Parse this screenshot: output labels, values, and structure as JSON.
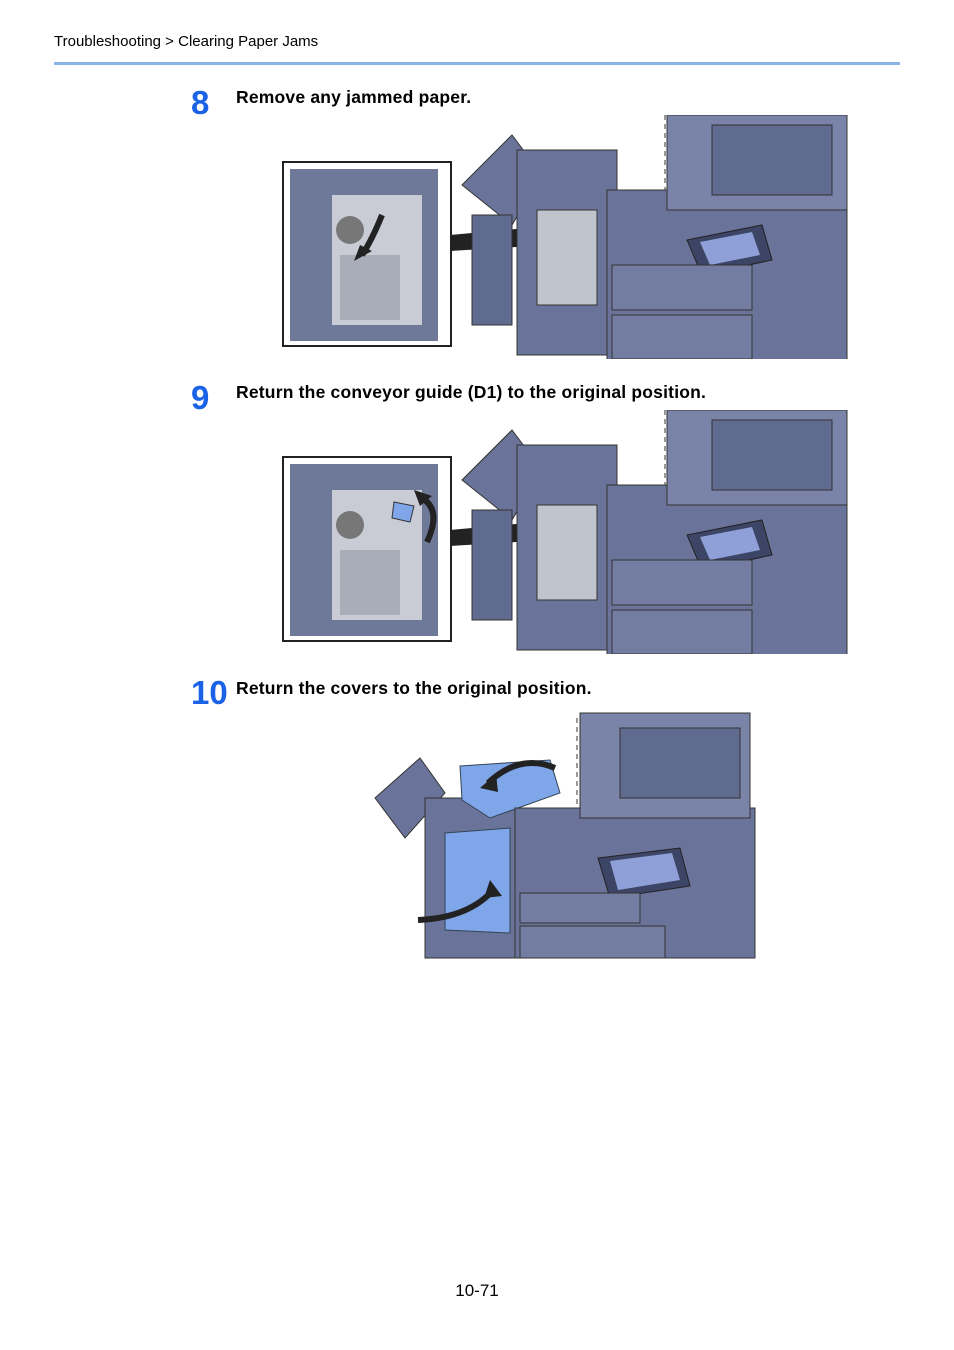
{
  "header": {
    "breadcrumb": "Troubleshooting > Clearing Paper Jams"
  },
  "steps": [
    {
      "number": "8",
      "text": "Remove any jammed paper."
    },
    {
      "number": "9",
      "text": "Return the conveyor guide (D1) to the original position."
    },
    {
      "number": "10",
      "text": "Return the covers to the original position."
    }
  ],
  "footer": {
    "page_number": "10-71"
  },
  "colors": {
    "accent": "#1a62e6",
    "rule": "#8ab4e8",
    "machine": "#5f6b8f",
    "machine_dark": "#3c4566",
    "highlight": "#7fa6e8"
  }
}
